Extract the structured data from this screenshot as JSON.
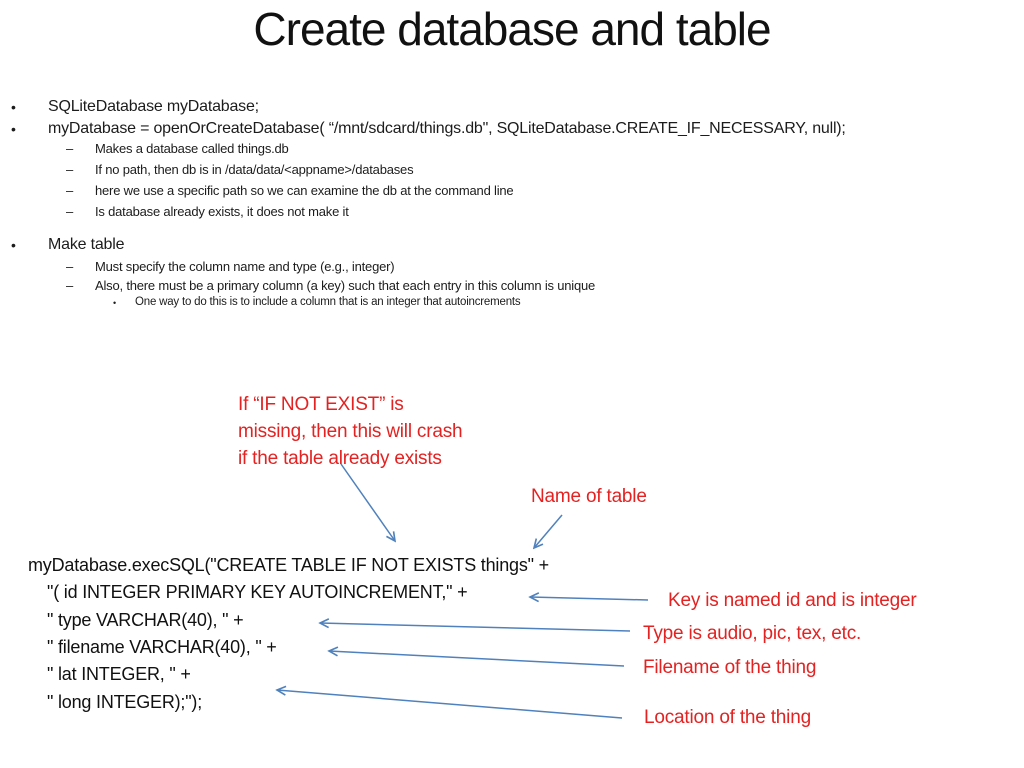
{
  "slide": {
    "title": "Create database and table",
    "markers": {
      "l1": "•",
      "l2": "–",
      "l3": "•"
    },
    "bullets": [
      {
        "level": 1,
        "text": "SQLiteDatabase myDatabase;"
      },
      {
        "level": 1,
        "text": "myDatabase = openOrCreateDatabase( “/mnt/sdcard/things.db\", SQLiteDatabase.CREATE_IF_NECESSARY, null);"
      },
      {
        "level": 2,
        "text": "Makes a database called things.db"
      },
      {
        "level": 2,
        "text": "If no path, then db is in /data/data/<appname>/databases"
      },
      {
        "level": 2,
        "text": "here we use a specific path so we can examine the db at the command line"
      },
      {
        "level": 2,
        "text": "Is database already exists, it does not make it"
      },
      {
        "level": 1,
        "text": "Make table"
      },
      {
        "level": 2,
        "text": "Must specify the column name and type (e.g., integer)"
      },
      {
        "level": 2,
        "text": "Also, there must be a primary column (a key) such that each entry in this column is unique"
      },
      {
        "level": 3,
        "text": "One way to do this is to include a column that is an integer that autoincrements"
      }
    ],
    "code_lines": [
      "myDatabase.execSQL(\"CREATE TABLE IF NOT EXISTS things\" +",
      "\"( id INTEGER PRIMARY KEY AUTOINCREMENT,\" +",
      "\" type VARCHAR(40), \" +",
      "\" filename VARCHAR(40), \" +",
      "\" lat INTEGER, \" +",
      "\" long INTEGER);\");"
    ],
    "callouts": {
      "crash_lines": [
        "If “IF NOT EXIST” is",
        "missing, then this will crash",
        "if the table already exists"
      ],
      "name_of_table": "Name of table",
      "key": "Key is named id and is integer",
      "type": "Type is audio, pic, tex, etc.",
      "filename": "Filename of the thing",
      "location": "Location of the thing"
    },
    "colors": {
      "annotation_red": "#e32221",
      "arrow_blue": "#4f81bd",
      "body_text": "#1c1c1c"
    }
  }
}
